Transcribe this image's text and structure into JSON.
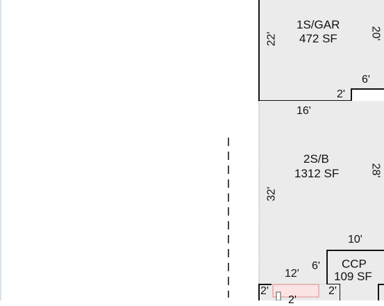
{
  "sketch": {
    "areas": [
      {
        "id": "garage",
        "name": "1S/GAR",
        "size": "472 SF"
      },
      {
        "id": "main",
        "name": "2S/B",
        "size": "1312 SF"
      },
      {
        "id": "porch",
        "name": "CCP",
        "size": "109 SF"
      }
    ],
    "dimensions": {
      "garage_left": "22'",
      "garage_right": "20'",
      "garage_notch_vertical": "6'",
      "garage_notch_horizontal": "2'",
      "main_top": "16'",
      "main_right": "28'",
      "main_left": "32'",
      "porch_top": "10'",
      "step_vertical": "6'",
      "bottom_width": "12'",
      "bottom_left": "2'",
      "bottom_right": "2'",
      "bottom_partial": "2'"
    },
    "colors": {
      "fill": "#ebebeb",
      "outline": "#111111",
      "dashed_line": "#444444",
      "highlight_fill": "#fbe3e3",
      "highlight_outline": "#e08a8a",
      "left_border": "#c9d9ec"
    }
  }
}
